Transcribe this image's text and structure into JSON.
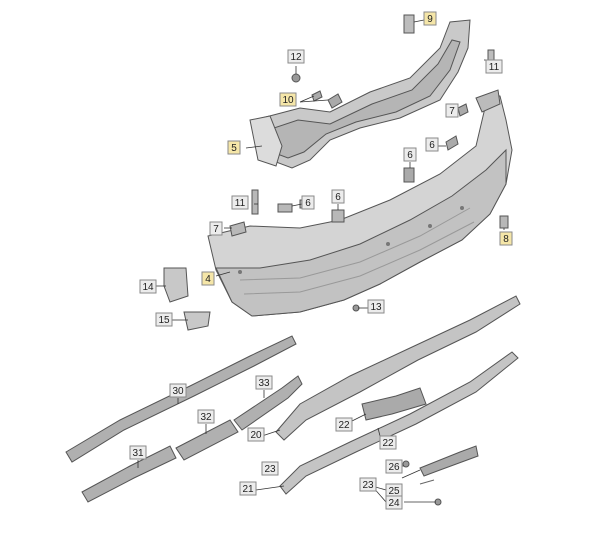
{
  "diagram": {
    "labels": [
      {
        "id": "c12",
        "text": "12",
        "highlight": false
      },
      {
        "id": "c10",
        "text": "10",
        "highlight": true
      },
      {
        "id": "c9",
        "text": "9",
        "highlight": true
      },
      {
        "id": "c11a",
        "text": "11",
        "highlight": false
      },
      {
        "id": "c7a",
        "text": "7",
        "highlight": false
      },
      {
        "id": "c5",
        "text": "5",
        "highlight": true
      },
      {
        "id": "c6a",
        "text": "6",
        "highlight": false
      },
      {
        "id": "c6b",
        "text": "6",
        "highlight": false
      },
      {
        "id": "c11b",
        "text": "11",
        "highlight": false
      },
      {
        "id": "c6c",
        "text": "6",
        "highlight": false
      },
      {
        "id": "c6d",
        "text": "6",
        "highlight": false
      },
      {
        "id": "c7b",
        "text": "7",
        "highlight": false
      },
      {
        "id": "c8",
        "text": "8",
        "highlight": true
      },
      {
        "id": "c4",
        "text": "4",
        "highlight": true
      },
      {
        "id": "c14",
        "text": "14",
        "highlight": false
      },
      {
        "id": "c13",
        "text": "13",
        "highlight": false
      },
      {
        "id": "c15",
        "text": "15",
        "highlight": false
      },
      {
        "id": "c30",
        "text": "30",
        "highlight": false
      },
      {
        "id": "c33",
        "text": "33",
        "highlight": false
      },
      {
        "id": "c32",
        "text": "32",
        "highlight": false
      },
      {
        "id": "c31",
        "text": "31",
        "highlight": false
      },
      {
        "id": "c20",
        "text": "20",
        "highlight": false
      },
      {
        "id": "c22",
        "text": "22",
        "highlight": false
      },
      {
        "id": "c22b",
        "text": "22",
        "highlight": false
      },
      {
        "id": "c21",
        "text": "21",
        "highlight": false
      },
      {
        "id": "c23a",
        "text": "23",
        "highlight": false
      },
      {
        "id": "c26",
        "text": "26",
        "highlight": false
      },
      {
        "id": "c23b",
        "text": "23",
        "highlight": false
      },
      {
        "id": "c25",
        "text": "25",
        "highlight": false
      },
      {
        "id": "c24",
        "text": "24",
        "highlight": false
      }
    ],
    "colors": {
      "highlight_fill": "#f5e6a8",
      "callout_fill": "#ececec",
      "part_fill": "#d6d6d6",
      "part_dark": "#9a9a9a"
    }
  }
}
